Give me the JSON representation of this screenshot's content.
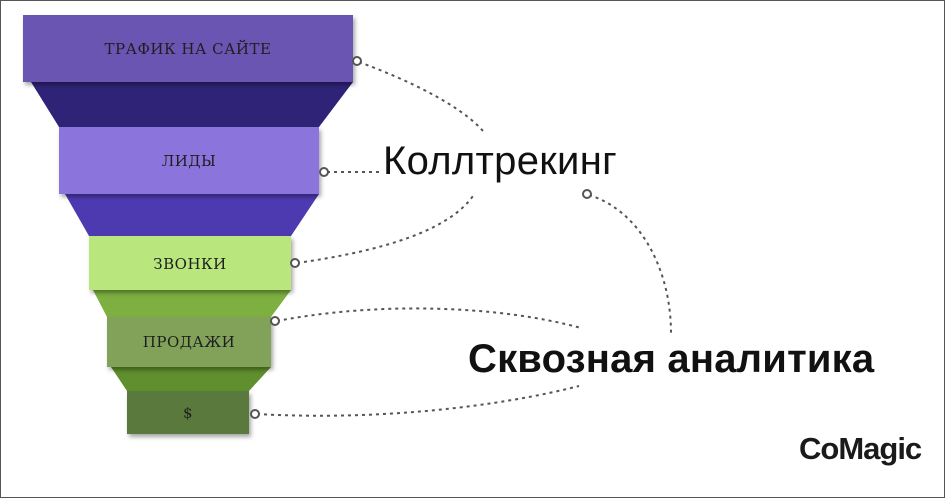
{
  "funnel": {
    "stages": [
      {
        "id": "traffic",
        "label": "ТРАФИК НА САЙТЕ",
        "color": "#6a55b3"
      },
      {
        "id": "leads",
        "label": "ЛИДЫ",
        "color": "#8b75dd"
      },
      {
        "id": "calls",
        "label": "ЗВОНКИ",
        "color": "#b9e67d"
      },
      {
        "id": "sales",
        "label": "ПРОДАЖИ",
        "color": "#82a25a"
      },
      {
        "id": "money",
        "label": "$",
        "color": "#5a7a3c"
      }
    ],
    "ribbon_colors": [
      "#2e2377",
      "#4d3ab0",
      "#7db040",
      "#5f8f2e"
    ]
  },
  "callouts": {
    "calltracking": "Коллтрекинг",
    "end_to_end_analytics": "Сквозная аналитика"
  },
  "brand": {
    "logo_text": "CoMagic"
  },
  "colors": {
    "connector_line": "#555555",
    "background": "#ffffff",
    "frame": "#555555"
  }
}
